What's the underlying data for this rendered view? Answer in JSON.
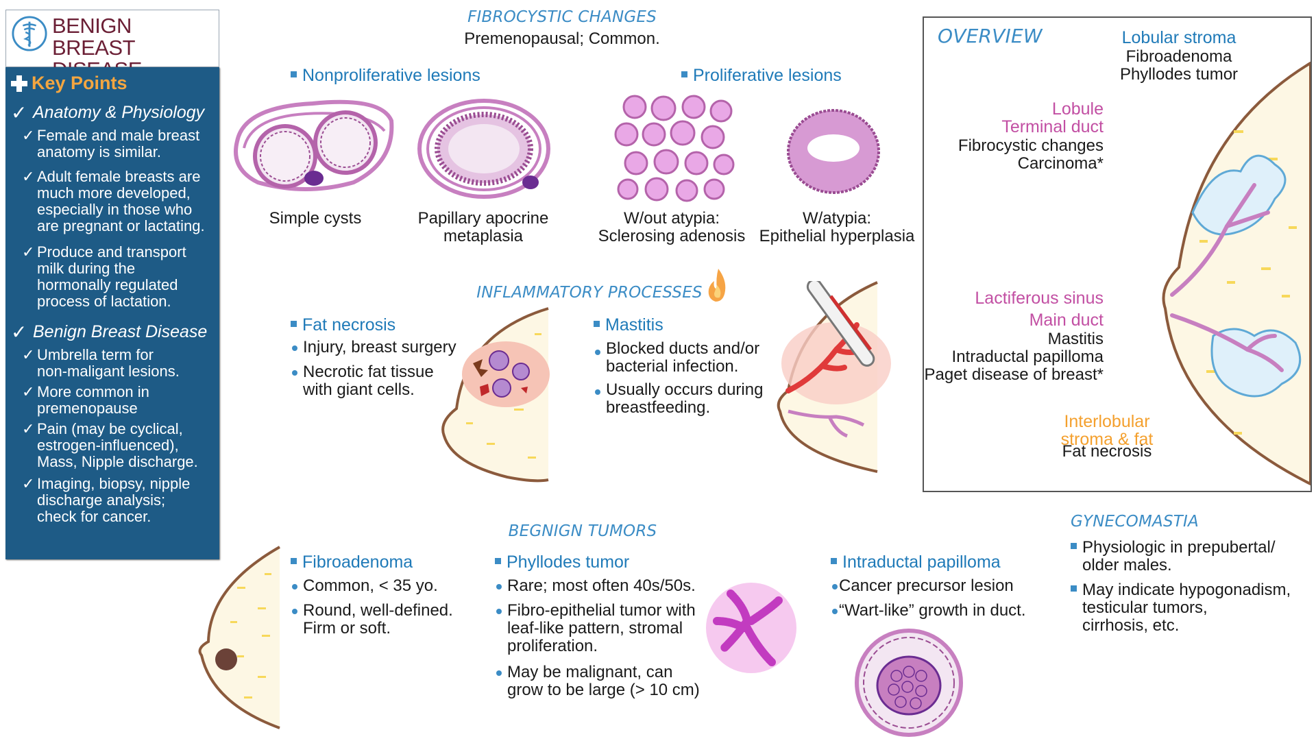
{
  "sidebar": {
    "title_line1": "BENIGN BREAST",
    "title_line2": "DISEASE",
    "key_points": "Key Points",
    "section1": "Anatomy & Physiology",
    "s1_items": [
      [
        "Female and male breast",
        "anatomy is similar."
      ],
      [
        "Adult female breasts are",
        "much more developed,",
        "especially in those who",
        "are pregnant or lactating."
      ],
      [
        "Produce and transport",
        "milk during the",
        "hormonally regulated",
        "process of lactation."
      ]
    ],
    "section2": "Benign Breast Disease",
    "s2_items": [
      [
        "Umbrella term for",
        "non-maligant lesions."
      ],
      [
        "More common in",
        "premenopause"
      ],
      [
        "Pain (may be cyclical,",
        "estrogen-influenced),",
        "Mass, Nipple discharge."
      ],
      [
        "Imaging, biopsy, nipple",
        "discharge analysis;",
        "check for cancer."
      ]
    ]
  },
  "fibrocystic": {
    "header": "FIBROCYSTIC CHANGES",
    "subtitle": "Premenopausal; Common.",
    "nonprolif": "Nonproliferative lesions",
    "prolif": "Proliferative lesions",
    "simple_cysts": "Simple cysts",
    "papillary_1": "Papillary apocrine",
    "papillary_2": "metaplasia",
    "without_1": "W/out atypia:",
    "without_2": "Sclerosing adenosis",
    "with_1": "W/atypia:",
    "with_2": "Epithelial hyperplasia"
  },
  "inflammatory": {
    "header": "INFLAMMATORY PROCESSES",
    "fat_necrosis": "Fat necrosis",
    "fn_b1": "Injury, breast surgery",
    "fn_b2_1": "Necrotic fat tissue",
    "fn_b2_2": "with giant cells.",
    "mastitis": "Mastitis",
    "m_b1_1": "Blocked ducts and/or",
    "m_b1_2": "bacterial infection.",
    "m_b2_1": "Usually occurs during",
    "m_b2_2": "breastfeeding."
  },
  "tumors": {
    "header": "BEGNIGN TUMORS",
    "fibroadenoma": "Fibroadenoma",
    "fa_b1": "Common, < 35 yo.",
    "fa_b2_1": "Round, well-defined.",
    "fa_b2_2": "Firm or soft.",
    "phyllodes": "Phyllodes tumor",
    "ph_b1": "Rare; most often 40s/50s.",
    "ph_b2_1": "Fibro-epithelial tumor with",
    "ph_b2_2": "leaf-like pattern, stromal",
    "ph_b2_3": "proliferation.",
    "ph_b3_1": "May be malignant, can",
    "ph_b3_2": "grow to be large (> 10 cm)",
    "papilloma": "Intraductal papilloma",
    "ip_b1": "Cancer precursor lesion",
    "ip_b2": "“Wart-like” growth in duct."
  },
  "overview": {
    "header": "OVERVIEW",
    "lobular_stroma": "Lobular stroma",
    "ls_1": "Fibroadenoma",
    "ls_2": "Phyllodes tumor",
    "lobule": "Lobule",
    "terminal_duct": "Terminal duct",
    "td_1": "Fibrocystic changes",
    "td_2": "Carcinoma*",
    "lactiferous": "Lactiferous sinus",
    "main_duct": "Main duct",
    "md_1": "Mastitis",
    "md_2": "Intraductal papilloma",
    "md_3": "Paget disease of breast*",
    "interlobular_1": "Interlobular",
    "interlobular_2": "stroma & fat",
    "il_1": "Fat necrosis"
  },
  "gynecomastia": {
    "header": "GYNECOMASTIA",
    "b1_1": "Physiologic in prepubertal/",
    "b1_2": "older males.",
    "b2_1": "May indicate hypogonadism,",
    "b2_2": "testicular tumors,",
    "b2_3": "cirrhosis, etc."
  },
  "colors": {
    "sidebar_bg": "#1e5b86",
    "title": "#6b1f35",
    "accent_orange": "#f4a640",
    "header_blue": "#3b8cc5",
    "lesion_pink": "#c77fc0",
    "lesion_purple": "#6a2c91"
  },
  "icons": [
    "caduceus-icon",
    "plus-icon",
    "check-icon",
    "flame-icon",
    "thermometer-icon"
  ]
}
